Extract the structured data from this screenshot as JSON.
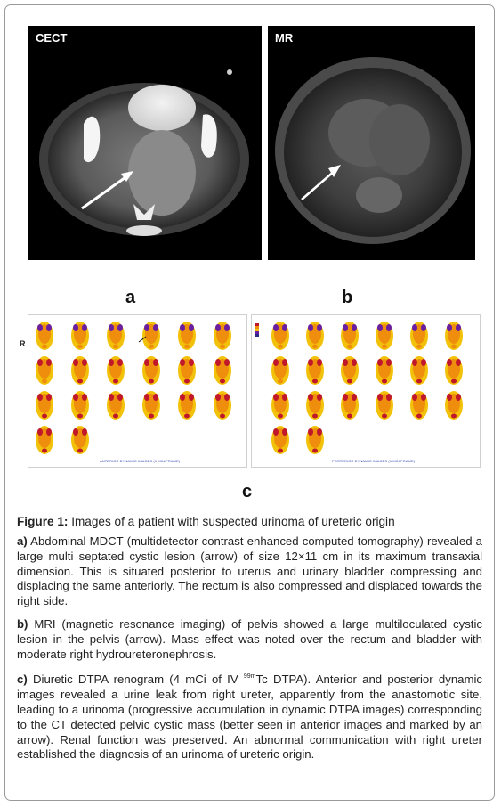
{
  "panel_a": {
    "label": "CECT"
  },
  "panel_b": {
    "label": "MR"
  },
  "letters": {
    "a": "a",
    "b": "b",
    "c": "c"
  },
  "renogram": {
    "side_marker": "R",
    "anterior_caption": "ANTERIOR DYNAMIC IMAGES (1 MIN/FRAME)",
    "posterior_caption": "POSTERIOR DYNAMIC IMAGES (1 MIN/FRAME)"
  },
  "caption": {
    "figure_label": "Figure 1:",
    "figure_title": "Images of a patient with suspected urinoma of ureteric origin",
    "a_label": "a)",
    "a_text": "Abdominal MDCT (multidetector contrast enhanced computed tomography) revealed a large multi septated cystic lesion (arrow) of size 12×11 cm in its maximum transaxial dimension. This is situated posterior to uterus and urinary bladder compressing and displacing the same anteriorly. The rectum is also compressed and displaced towards the right side.",
    "b_label": "b)",
    "b_text": "MRI (magnetic resonance imaging) of pelvis showed a large multiloculated cystic lesion in the pelvis (arrow). Mass effect was noted over the rectum and bladder with moderate right hydroureteronephrosis.",
    "c_label": "c)",
    "c_text_1": "Diuretic DTPA renogram (4 mCi of IV ",
    "c_sup": "99m",
    "c_text_2": "Tc DTPA). Anterior and posterior dynamic images revealed a urine leak from right ureter, apparently from the anastomotic site, leading to a urinoma (progressive accumulation in dynamic DTPA images) corresponding to the  CT detected pelvic cystic mass (better seen in anterior images and marked by an arrow). Renal function was preserved. An abnormal communication with right ureter established the diagnosis of an urinoma of ureteric origin."
  }
}
